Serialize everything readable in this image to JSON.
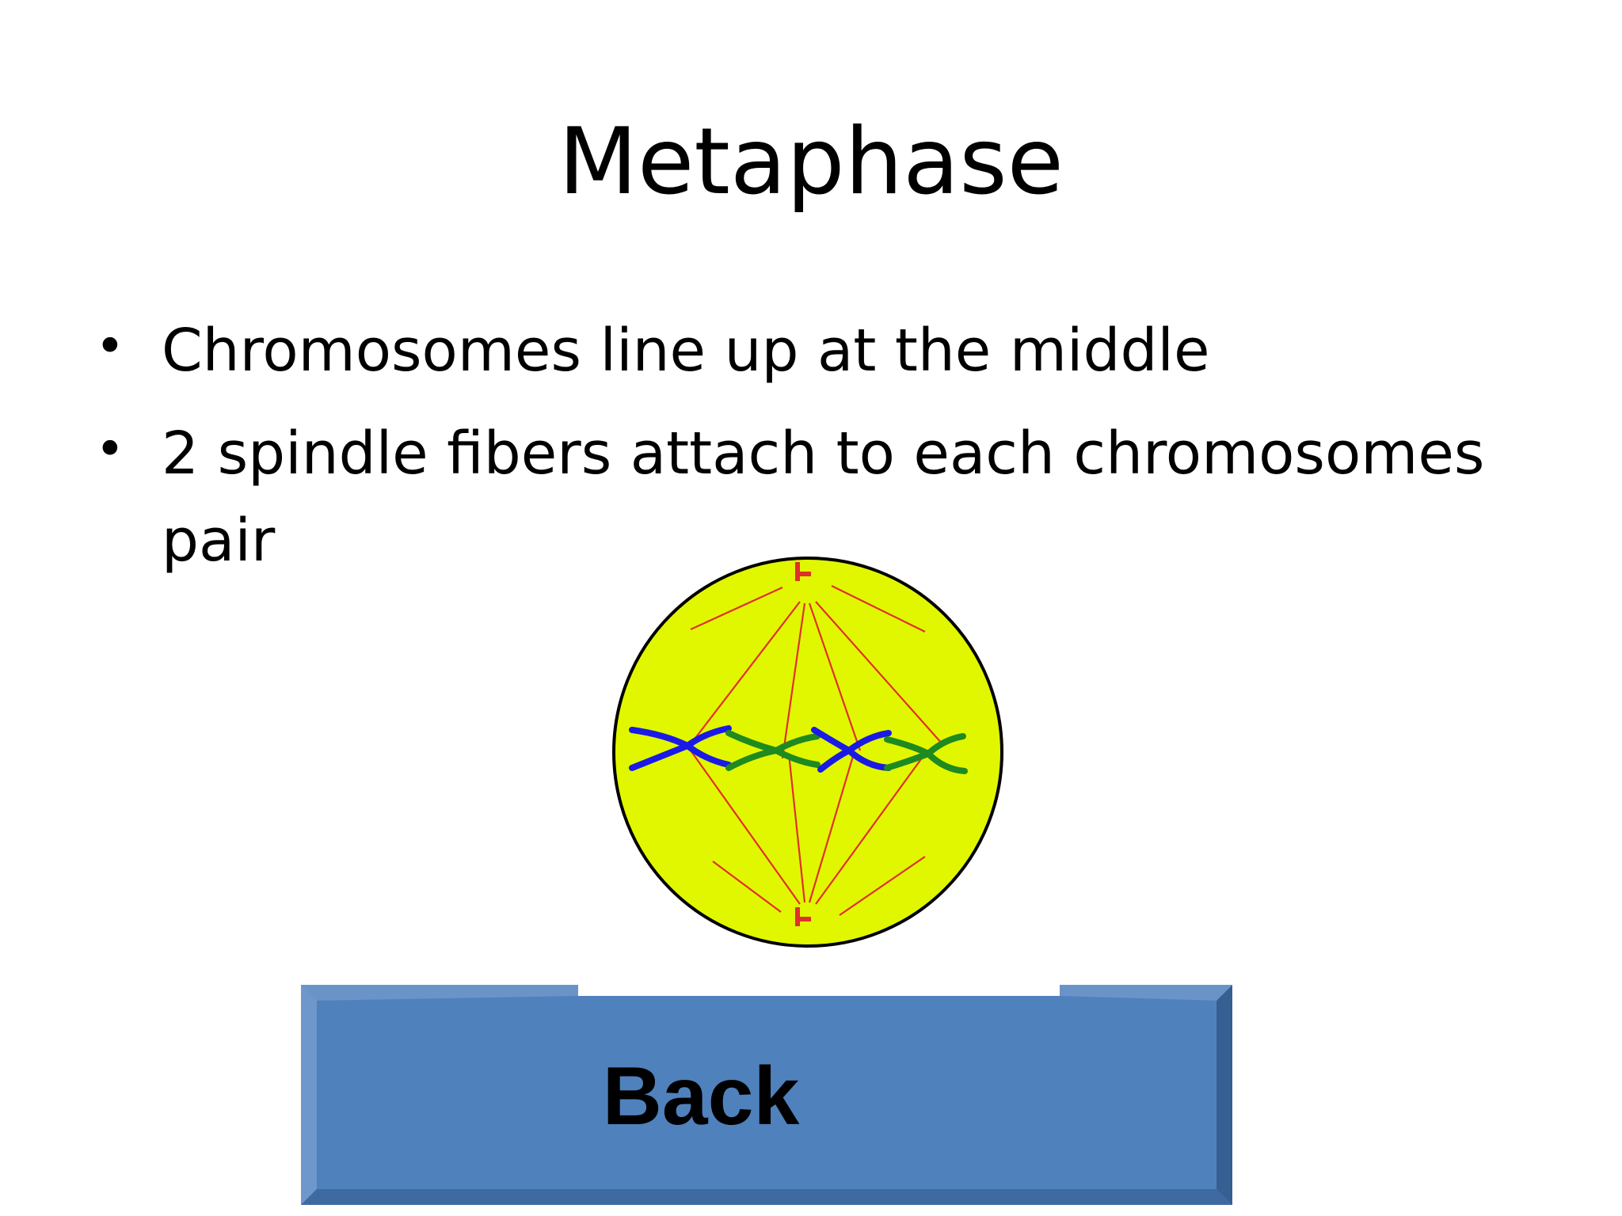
{
  "slide": {
    "title": "Metaphase",
    "bullets": [
      {
        "marker": "•",
        "text": "Chromosomes line up at the middle"
      },
      {
        "marker": "•",
        "text": "2 spindle fibers attach to each chromosomes pair"
      }
    ]
  },
  "diagram": {
    "cell_color": "#e1f700",
    "outline_color": "#000000",
    "spindle_color": "#e0302a",
    "chromosome_colors": [
      "#1a1ae6",
      "#1f8a1f"
    ]
  },
  "back_button": {
    "label": "Back",
    "color": "#4f81bd"
  }
}
